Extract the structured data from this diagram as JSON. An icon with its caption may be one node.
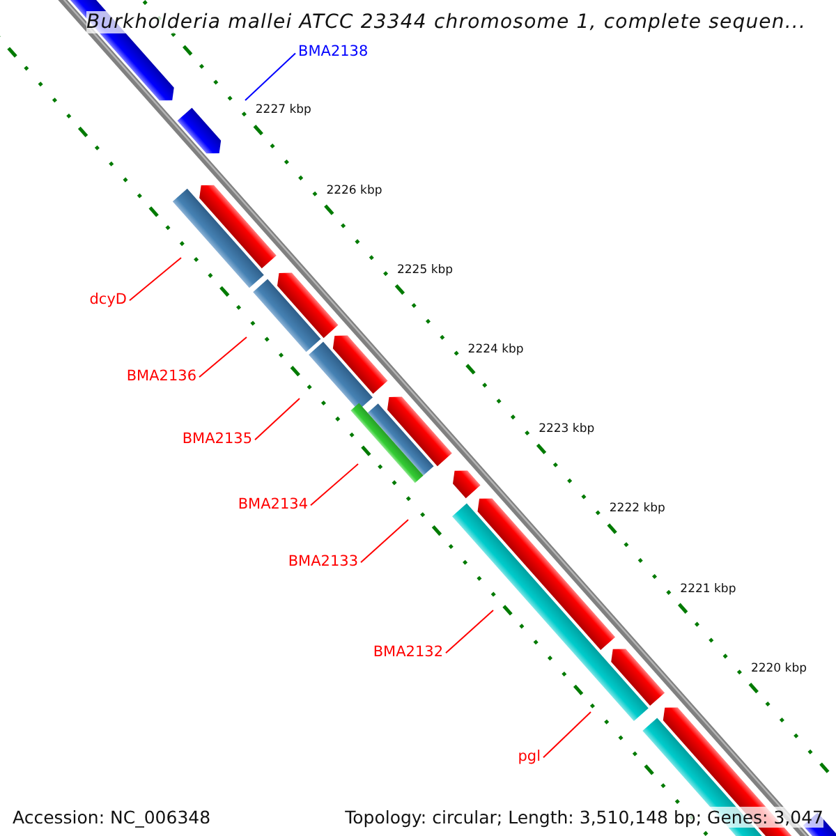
{
  "diagram": {
    "title": "Burkholderia mallei ATCC 23344 chromosome 1, complete sequen...",
    "nodes": [
      {
        "text": [
          "BMA2138"
        ]
      },
      {
        "text": [
          "dcyD"
        ]
      },
      {
        "text": [
          "BMA2136"
        ]
      },
      {
        "text": [
          "BMA2135"
        ]
      },
      {
        "text": [
          "BMA2134"
        ]
      },
      {
        "text": [
          "BMA2133"
        ]
      },
      {
        "text": [
          "BMA2132"
        ]
      },
      {
        "text": [
          "pgl"
        ]
      }
    ],
    "edges": [
      {
        "from": 0,
        "to": null,
        "arrow": "none",
        "color": "#0000ff"
      },
      {
        "from": 1,
        "to": null,
        "arrow": "none"
      },
      {
        "from": 2,
        "to": null,
        "arrow": "none"
      },
      {
        "from": 3,
        "to": null,
        "arrow": "none"
      },
      {
        "from": 4,
        "to": null,
        "arrow": "none"
      },
      {
        "from": 5,
        "to": null,
        "arrow": "none"
      },
      {
        "from": 6,
        "to": null,
        "arrow": "none"
      },
      {
        "from": 7,
        "to": null,
        "arrow": "none"
      }
    ],
    "labels": [
      "2227 kbp",
      "2226 kbp",
      "2225 kbp",
      "2224 kbp",
      "2223 kbp",
      "2222 kbp",
      "2221 kbp",
      "2220 kbp",
      "Accession: NC_006348",
      "Topology: circular; Length: 3,510,148 bp; Genes: 3,047"
    ]
  }
}
